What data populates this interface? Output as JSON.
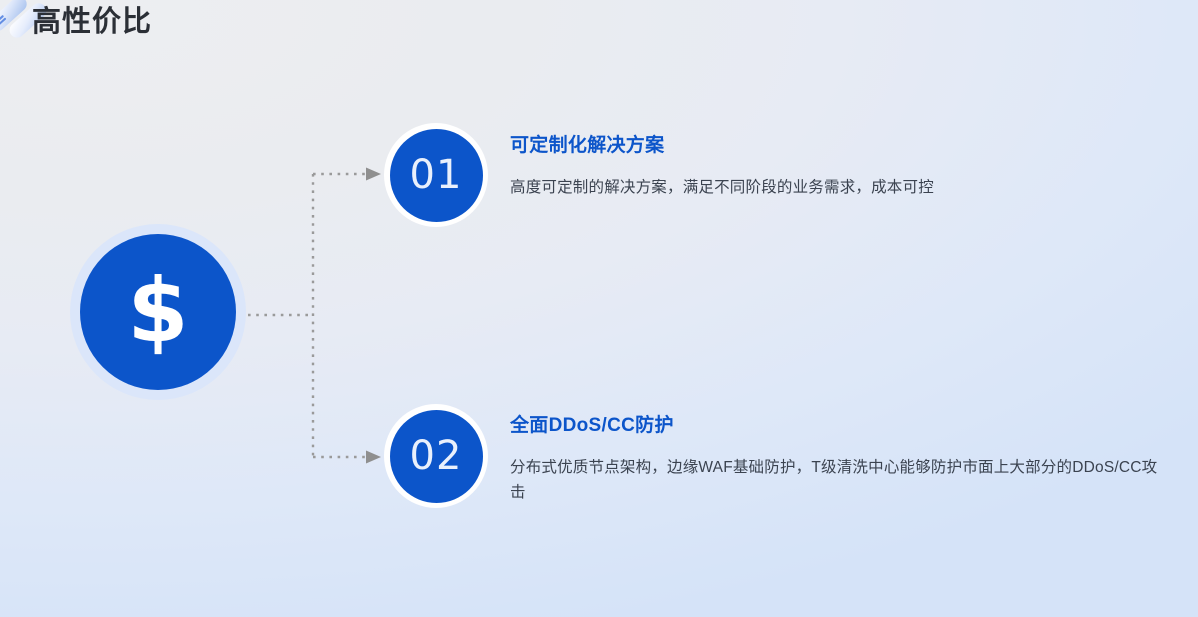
{
  "slide": {
    "title": "高性价比",
    "decor_icon": "ribbon-icon",
    "center_badge": {
      "icon": "dollar-sign-icon",
      "symbol": "$"
    },
    "colors": {
      "brand_blue": "#0c55ca",
      "heading_blue": "#0c55ca",
      "badge_ring": "#dbe6fa",
      "body_text": "#3b4350",
      "title_text": "#2b2f36",
      "connector_line": "#9a9a9a",
      "bg_start": "#edeef1",
      "bg_end": "#d5e3f8"
    },
    "steps": [
      {
        "number": "01",
        "heading": "可定制化解决方案",
        "body": "高度可定制的解决方案，满足不同阶段的业务需求，成本可控"
      },
      {
        "number": "02",
        "heading": "全面DDoS/CC防护",
        "body": "分布式优质节点架构，边缘WAF基础防护，T级清洗中心能够防护市面上大部分的DDoS/CC攻击"
      }
    ]
  }
}
